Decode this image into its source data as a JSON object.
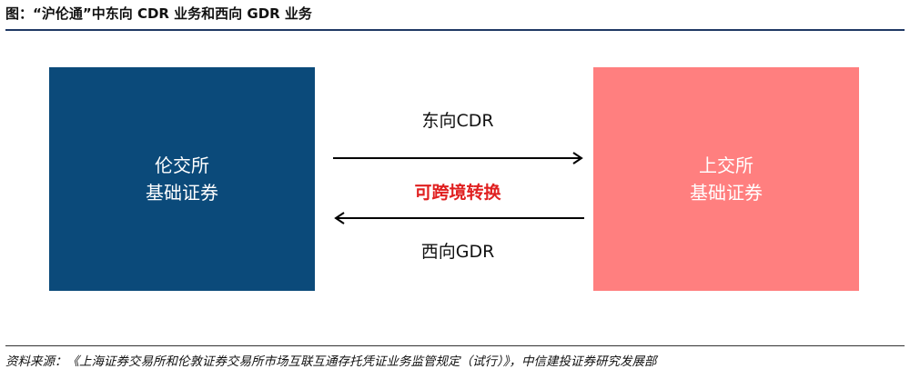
{
  "title": "图：“沪伦通”中东向 CDR 业务和西向 GDR 业务",
  "left_box": {
    "line1": "伦交所",
    "line2": "基础证券",
    "color": "#0b4a7a"
  },
  "right_box": {
    "line1": "上交所",
    "line2": "基础证券",
    "color": "#ff7f7f"
  },
  "flows": {
    "east_label": "东向CDR",
    "middle_label": "可跨境转换",
    "west_label": "西向GDR",
    "middle_color": "#e02020"
  },
  "source": "资料来源：《上海证券交易所和伦敦证券交易所市场互联互通存托凭证业务监管规定（试行）》，中信建投证券研究发展部"
}
